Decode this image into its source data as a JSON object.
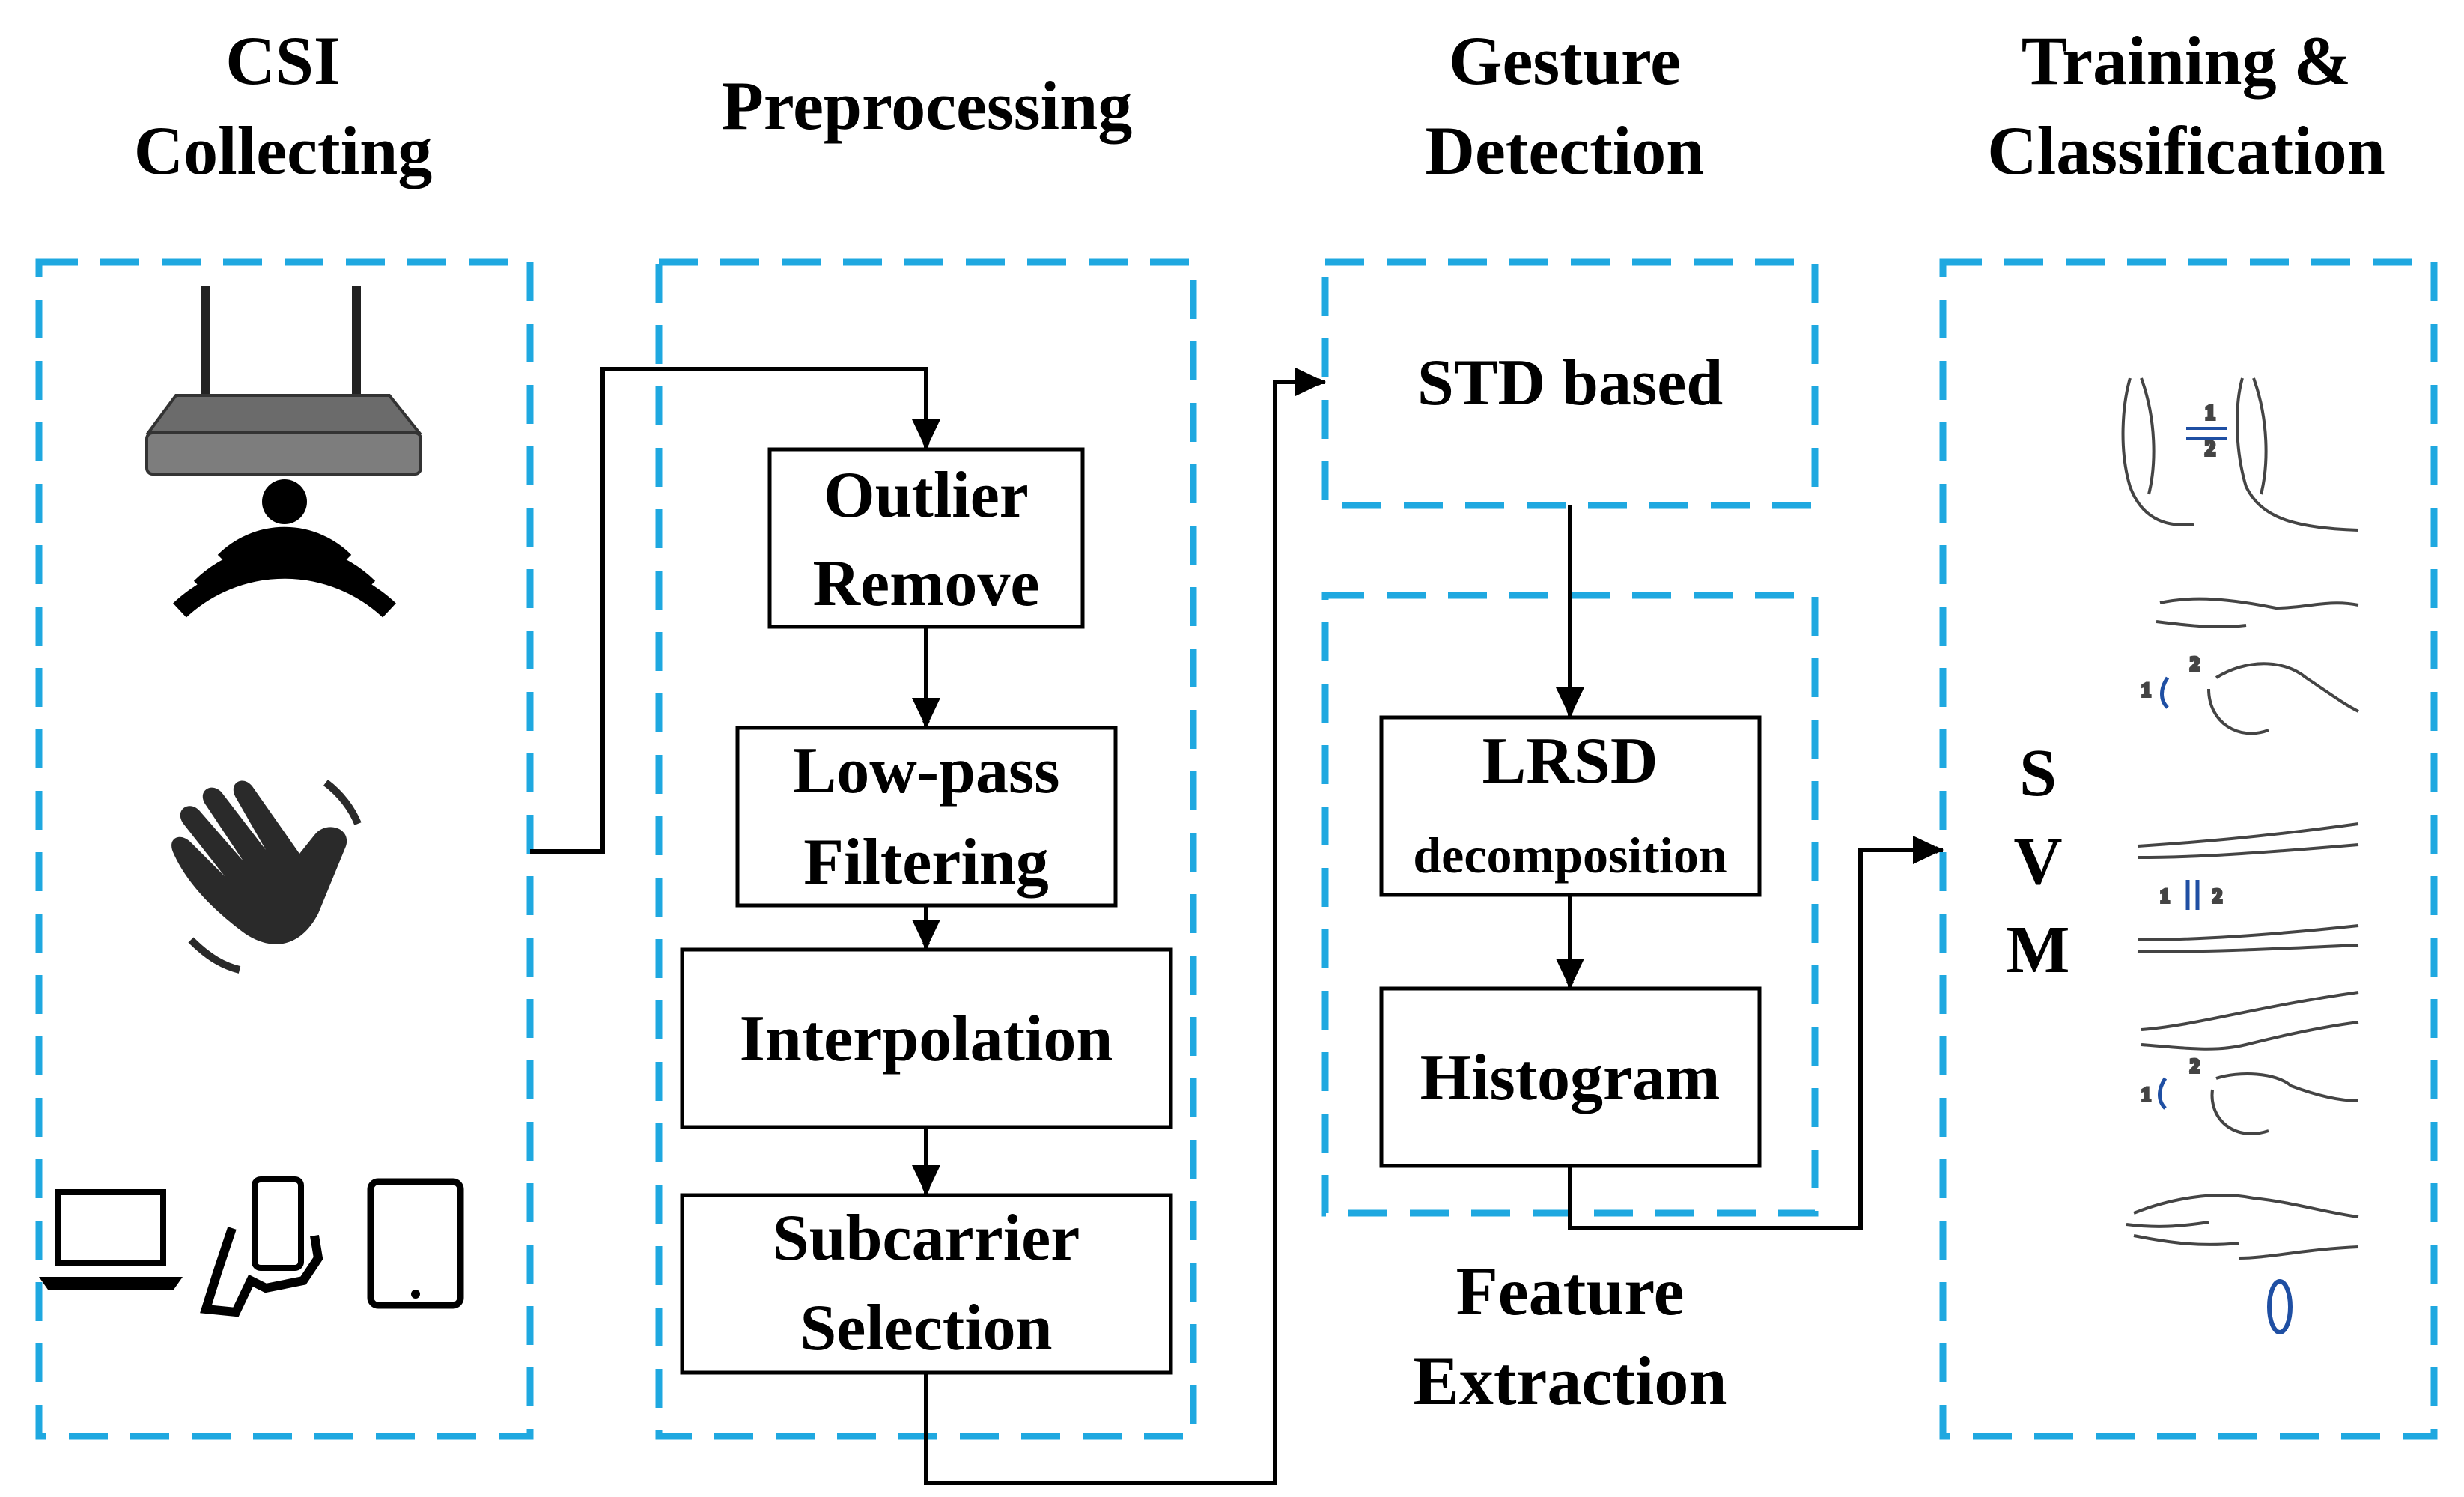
{
  "stages": {
    "csi": {
      "line1": "CSI",
      "line2": "Collecting"
    },
    "pre": {
      "line1": "Preprocessing"
    },
    "gesture": {
      "line1": "Gesture",
      "line2": "Detection"
    },
    "train": {
      "line1": "Training &",
      "line2": "Classification"
    },
    "feature": {
      "line1": "Feature",
      "line2": "Extraction"
    }
  },
  "boxes": {
    "outlier": {
      "line1": "Outlier",
      "line2": "Remove"
    },
    "lowpass": {
      "line1": "Low-pass",
      "line2": "Filtering"
    },
    "interp": {
      "line1": "Interpolation"
    },
    "subcarrier": {
      "line1": "Subcarrier",
      "line2": "Selection"
    },
    "std": {
      "line1": "STD based"
    },
    "lrsd": {
      "line1": "LRSD",
      "line2": "decomposition"
    },
    "hist": {
      "line1": "Histogram"
    }
  },
  "svm": {
    "s": "S",
    "v": "V",
    "m": "M"
  },
  "colors": {
    "dash": "#1fa8e0",
    "gesture_icon": "#1f4fa3"
  }
}
